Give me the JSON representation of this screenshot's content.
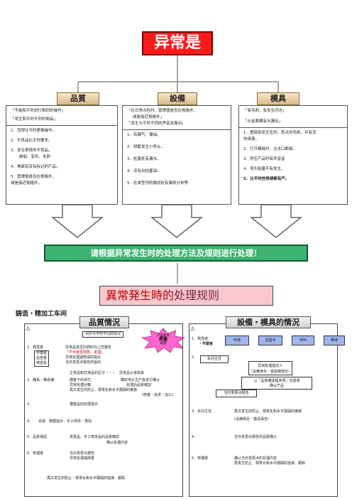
{
  "title": "异常是",
  "columns": [
    {
      "header": "品質",
      "condition": [
        "「不能和平时进行相同的操作」",
        "「发生和平时不同的制品」"
      ],
      "items": [
        "1．克得比平时更难操作。",
        "2．不良品比平时要多。",
        "3．发生奇怪的不良品。",
        "破裂、变形、毛刺",
        "4．焦痕有没有标记的产品。",
        "5．管理值是否在规格外，",
        "或是接近规格外。"
      ]
    },
    {
      "header": "設備",
      "condition": [
        "「在日常点检时，管理值是否在规格外，",
        "或是接近规格外」",
        "「发生与平时不同的声音及振动」"
      ],
      "items": [
        "1．有漏气、漏油。",
        "2．频繁发生小停止。",
        "3．柱塞处有漏水。",
        "4．没有出柱塞油。",
        "5．在单型剂的搬拭处有漏类分布等"
      ]
    },
    {
      "header": "模具",
      "condition": [
        "「有毛刺、有发生闪光」",
        "「从金属模有水漏出」"
      ],
      "items": [
        "1．重链部发生压的，型点的毛刺，并有没",
        "充填事。",
        "2．打开模具时，注水口断裂。",
        "3．挤压产品时有异音音",
        "4．弯头阻塞不有发生。",
        "5．比平时的铁锈都有严。"
      ]
    }
  ],
  "banner": "请根据异常发生时的处理方法及规则进行处理！",
  "rules_title_a": "異常発生時的",
  "rules_title_b": "处理规则",
  "factory": "鋳造・精加工车间",
  "quality": {
    "header": "品質情況",
    "callout_top": "另外与平时不同的情况",
    "burst": [
      "产品共享",
      "质量",
      "瓶禁"
    ],
    "s1_num": "1．発見者",
    "roles": [
      "作業者",
      "巡查者",
      "検査員"
    ],
    "s1_text": [
      "异常品发生时即时向上司报告",
      "「不可能否则既，发理」",
      "异常处理遍随请的提出",
      "当日变更点报告的提出"
    ],
    "s1_note": "正常品和异常品的区分・・・　异常品从良批来",
    "s2_num": "2．職長・職長補",
    "s2_text": [
      "据废卡的添付",
      "异常处理对策",
      "再次发生的防止、標準化和水平展開的実施"
    ],
    "s2_note_a": "确实地从生产批进行确认",
    "s2_note_b": "处理后品質確認",
    "s2_note_c": "(修整・追求・加工)",
    "s3_num": "3．",
    "s3_text": "据废品的处理指示",
    "s4_num": "4．",
    "s4_text": "完成　根据指示，手工修改・選別",
    "s5_num": "5．品質保証",
    "s5_text": "变更品、手工修改品的品質確認",
    "s5_note": "确认处理内容",
    "s6_num": "6．管理者",
    "s6_text": [
      "当日变更点报告",
      "异常处理遍随書"
    ],
    "footer": "再次发生的防止・標準化和水平展開的指導、跟踪"
  },
  "equipment": {
    "header": "設備・模具的情況",
    "s1_num": "1．発見者",
    "s1_sub": "・作業者",
    "flow": [
      "叫停",
      "且指令",
      "呼叫",
      "等待"
    ],
    "s2_num": "2．",
    "s2_box": "车间主任",
    "box_a": [
      "异常处理指定人",
      "（设備保全・金属模保全）"
    ],
    "box_b": [
      "以「品質確認程序表」为基准",
      "确认产品"
    ],
    "box_c": "当日变更点报告",
    "s3_num": "3．车间主任",
    "s3_text": [
      "再次发生的防止、標準化和水平展開的実施",
      "(设備保全・模具保全）"
    ],
    "s4_num": "4．",
    "s4_text": "当日变更点报告的品質确认",
    "s5_num": "5．管理者",
    "s5_text": [
      "确认当日变更点的处理内容",
      "再发生防止、標準化和水平展開的指導、跟踪"
    ]
  },
  "colors": {
    "title_bg": "#ff1a1a",
    "banner_bg": "#3cb371",
    "rule_bg": "#f7c9cf",
    "burst": "#ff66cc",
    "flow_box": "#9fb6e8",
    "arrow_red": "#e02020"
  }
}
